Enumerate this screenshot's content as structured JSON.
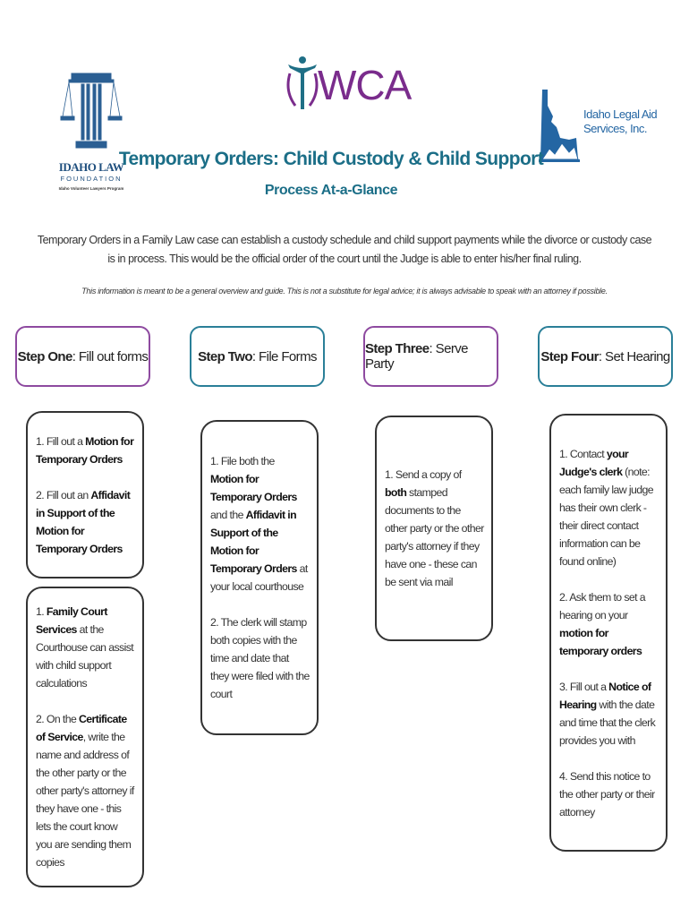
{
  "logos": {
    "idaho_law_foundation": {
      "line1": "IDAHO LAW",
      "line2": "FOUNDATION",
      "line3": "Idaho Volunteer Lawyers Program"
    },
    "wca": {
      "text": "WCA"
    },
    "idaho_legal_aid": {
      "line1": "Idaho Legal Aid",
      "line2": "Services, Inc."
    }
  },
  "header": {
    "title": "Temporary Orders: Child Custody & Child Support",
    "subtitle": "Process At-a-Glance",
    "intro": "Temporary Orders in a Family Law case can establish a custody schedule and child support payments while the divorce or custody case is in process. This would be the official order of the court until the Judge is able to enter his/her final ruling.",
    "disclaimer": "This information is meant to be a general overview and guide. This is not a substitute for legal advice; it is always advisable to speak with an attorney if possible."
  },
  "colors": {
    "teal": "#1b6e87",
    "purple": "#8e4aa0",
    "box_teal": "#2a7f98"
  },
  "steps": [
    {
      "bold": "Step One",
      "rest": ": Fill out forms"
    },
    {
      "bold": "Step Two",
      "rest": ": File Forms"
    },
    {
      "bold": "Step Three",
      "rest": ": Serve Party"
    },
    {
      "bold": "Step Four",
      "rest": ": Set Hearing"
    }
  ],
  "boxes": [
    {
      "paragraphs": [
        [
          {
            "t": "1. Fill out a "
          },
          {
            "t": "Motion for Temporary Orders",
            "b": true
          }
        ],
        [
          {
            "t": "2. Fill out an "
          },
          {
            "t": "Affidavit in Support of the Motion for Temporary Orders",
            "b": true
          }
        ]
      ]
    },
    {
      "paragraphs": [
        [
          {
            "t": "1. "
          },
          {
            "t": "Family Court Services",
            "b": true
          },
          {
            "t": " at the Courthouse can assist with child support calculations"
          }
        ],
        [
          {
            "t": "2. On the "
          },
          {
            "t": "Certificate of Service",
            "b": true
          },
          {
            "t": ", write the name and address of the other party or the other party's attorney if they have one - this lets the court know you are sending them copies"
          }
        ]
      ]
    },
    {
      "paragraphs": [
        [
          {
            "t": "1. File both the "
          },
          {
            "t": "Motion for Temporary Orders",
            "b": true
          },
          {
            "t": " and the "
          },
          {
            "t": "Affidavit in Support of the Motion for Temporary Orders",
            "b": true
          },
          {
            "t": " at your local courthouse"
          }
        ],
        [
          {
            "t": "2. The clerk will stamp both copies with the time and date that they were filed with the court"
          }
        ]
      ]
    },
    {
      "paragraphs": [
        [
          {
            "t": "1. Send a copy of "
          },
          {
            "t": "both",
            "b": true
          },
          {
            "t": " stamped documents to the other party or the other party's attorney if they have one - these can be sent via mail"
          }
        ]
      ]
    },
    {
      "paragraphs": [
        [
          {
            "t": "1. Contact "
          },
          {
            "t": "your Judge's clerk",
            "b": true
          },
          {
            "t": " (note: each family law judge has their own clerk - their direct contact information can be found online)"
          }
        ],
        [
          {
            "t": "2. Ask them to set a hearing on your "
          },
          {
            "t": "motion for temporary orders",
            "b": true
          }
        ],
        [
          {
            "t": "3. Fill out a "
          },
          {
            "t": "Notice of Hearing",
            "b": true
          },
          {
            "t": " with the date and time that the clerk provides you with"
          }
        ],
        [
          {
            "t": "4. Send this notice to the other party or their attorney"
          }
        ]
      ]
    }
  ]
}
